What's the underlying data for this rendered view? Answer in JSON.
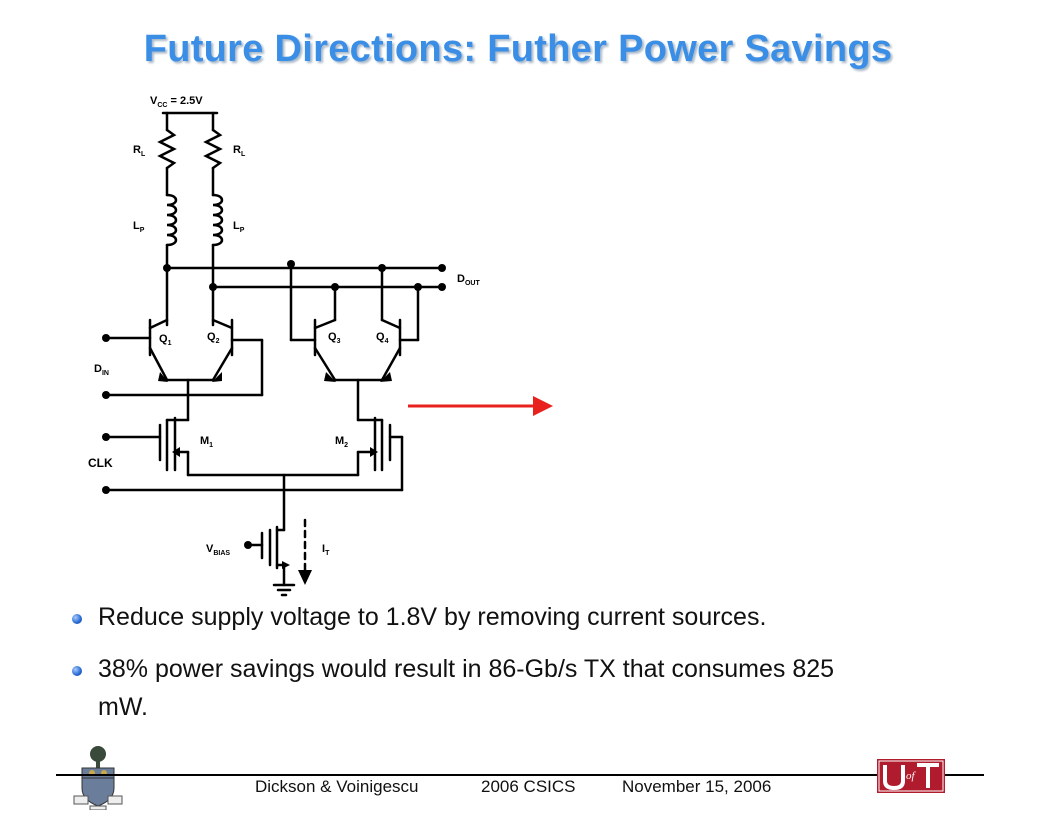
{
  "slide": {
    "title": "Future Directions: Futher Power Savings"
  },
  "circuit": {
    "labels": {
      "vcc_main": "V",
      "vcc_sub": "CC",
      "vcc_value": " = 2.5V",
      "rl_main": "R",
      "rl_sub": "L",
      "lp_main": "L",
      "lp_sub": "P",
      "q1_main": "Q",
      "q1_sub": "1",
      "q2_main": "Q",
      "q2_sub": "2",
      "q3_main": "Q",
      "q3_sub": "3",
      "q4_main": "Q",
      "q4_sub": "4",
      "m1_main": "M",
      "m1_sub": "1",
      "m2_main": "M",
      "m2_sub": "2",
      "din_main": "D",
      "din_sub": "IN",
      "dout_main": "D",
      "dout_sub": "OUT",
      "clk": "CLK",
      "vbias_main": "V",
      "vbias_sub": "BIAS",
      "it_main": "I",
      "it_sub": "T"
    }
  },
  "bullets": [
    "Reduce supply voltage to 1.8V by removing current sources.",
    "38% power savings would result in 86-Gb/s TX that consumes 825 mW."
  ],
  "footer": {
    "authors": "Dickson & Voinigescu",
    "conference": "2006 CSICS",
    "date": "November 15, 2006"
  },
  "colors": {
    "title": "#3a8ee6",
    "arrow": "#e8201e",
    "logo_red": "#b01c2e"
  }
}
